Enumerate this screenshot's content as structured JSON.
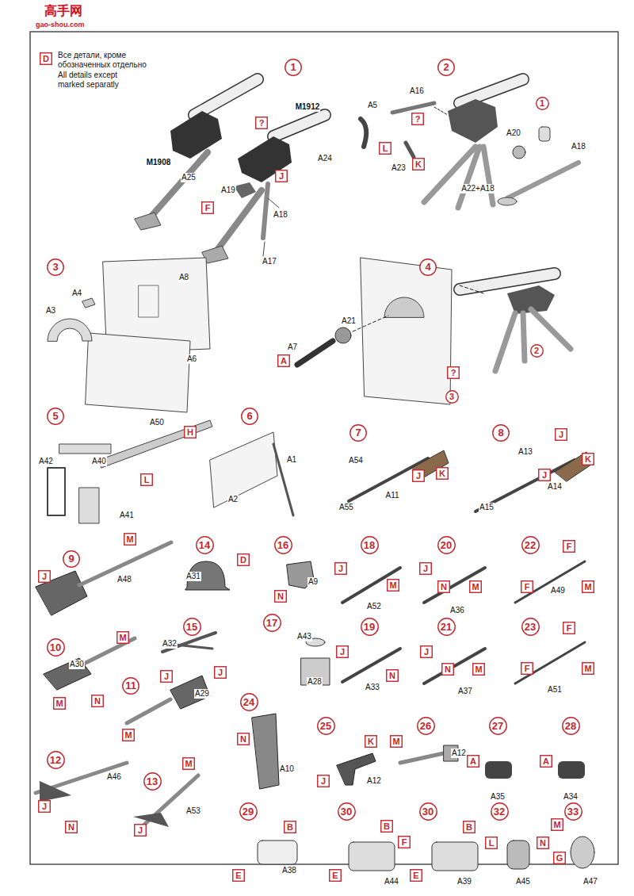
{
  "diagram": {
    "nodes": [
      {
        "text": [
          "D"
        ]
      },
      {
        "text": [
          "1"
        ]
      },
      {
        "text": [
          "?"
        ]
      },
      {
        "text": [
          "J"
        ]
      },
      {
        "text": [
          "F"
        ]
      },
      {
        "text": [
          "2"
        ]
      },
      {
        "text": [
          "?"
        ]
      },
      {
        "text": [
          "L"
        ]
      },
      {
        "text": [
          "K"
        ]
      },
      {
        "text": [
          "1"
        ]
      },
      {
        "text": [
          "3"
        ]
      },
      {
        "text": [
          "4"
        ]
      },
      {
        "text": [
          "A"
        ]
      },
      {
        "text": [
          "?"
        ]
      },
      {
        "text": [
          "2"
        ]
      },
      {
        "text": [
          "3"
        ]
      },
      {
        "text": [
          "5"
        ]
      },
      {
        "text": [
          "H"
        ]
      },
      {
        "text": [
          "L"
        ]
      },
      {
        "text": [
          "6"
        ]
      },
      {
        "text": [
          "7"
        ]
      },
      {
        "text": [
          "J"
        ]
      },
      {
        "text": [
          "K"
        ]
      },
      {
        "text": [
          "8"
        ]
      },
      {
        "text": [
          "J"
        ]
      },
      {
        "text": [
          "K"
        ]
      },
      {
        "text": [
          "J"
        ]
      },
      {
        "text": [
          "9"
        ]
      },
      {
        "text": [
          "M"
        ]
      },
      {
        "text": [
          "J"
        ]
      },
      {
        "text": [
          "14"
        ]
      },
      {
        "text": [
          "D"
        ]
      },
      {
        "text": [
          "16"
        ]
      },
      {
        "text": [
          "N"
        ]
      },
      {
        "text": [
          "18"
        ]
      },
      {
        "text": [
          "J"
        ]
      },
      {
        "text": [
          "M"
        ]
      },
      {
        "text": [
          "20"
        ]
      },
      {
        "text": [
          "J"
        ]
      },
      {
        "text": [
          "N"
        ]
      },
      {
        "text": [
          "M"
        ]
      },
      {
        "text": [
          "22"
        ]
      },
      {
        "text": [
          "F"
        ]
      },
      {
        "text": [
          "F"
        ]
      },
      {
        "text": [
          "M"
        ]
      },
      {
        "text": [
          "10"
        ]
      },
      {
        "text": [
          "M"
        ]
      },
      {
        "text": [
          "M"
        ]
      },
      {
        "text": [
          "N"
        ]
      },
      {
        "text": [
          "15"
        ]
      },
      {
        "text": [
          "J"
        ]
      },
      {
        "text": [
          "17"
        ]
      },
      {
        "text": [
          "19"
        ]
      },
      {
        "text": [
          "J"
        ]
      },
      {
        "text": [
          "N"
        ]
      },
      {
        "text": [
          "21"
        ]
      },
      {
        "text": [
          "J"
        ]
      },
      {
        "text": [
          "N"
        ]
      },
      {
        "text": [
          "M"
        ]
      },
      {
        "text": [
          "23"
        ]
      },
      {
        "text": [
          "F"
        ]
      },
      {
        "text": [
          "F"
        ]
      },
      {
        "text": [
          "M"
        ]
      },
      {
        "text": [
          "11"
        ]
      },
      {
        "text": [
          "J"
        ]
      },
      {
        "text": [
          "M"
        ]
      },
      {
        "text": [
          "24"
        ]
      },
      {
        "text": [
          "N"
        ]
      },
      {
        "text": [
          "25"
        ]
      },
      {
        "text": [
          "K"
        ]
      },
      {
        "text": [
          "J"
        ]
      },
      {
        "text": [
          "26"
        ]
      },
      {
        "text": [
          "M"
        ]
      },
      {
        "text": [
          "27"
        ]
      },
      {
        "text": [
          "A"
        ]
      },
      {
        "text": [
          "28"
        ]
      },
      {
        "text": [
          "A"
        ]
      },
      {
        "text": [
          "12"
        ]
      },
      {
        "text": [
          "J"
        ]
      },
      {
        "text": [
          "N"
        ]
      },
      {
        "text": [
          "13"
        ]
      },
      {
        "text": [
          "M"
        ]
      },
      {
        "text": [
          "J"
        ]
      },
      {
        "text": [
          "29"
        ]
      },
      {
        "text": [
          "B"
        ]
      },
      {
        "text": [
          "E"
        ]
      },
      {
        "text": [
          "30"
        ]
      },
      {
        "text": [
          "B"
        ]
      },
      {
        "text": [
          "F"
        ]
      },
      {
        "text": [
          "E"
        ]
      },
      {
        "text": [
          "30"
        ]
      },
      {
        "text": [
          "B"
        ]
      },
      {
        "text": [
          "E"
        ]
      },
      {
        "text": [
          "32"
        ]
      },
      {
        "text": [
          "L"
        ]
      },
      {
        "text": [
          "N"
        ]
      },
      {
        "text": [
          "33"
        ]
      },
      {
        "text": [
          "M"
        ]
      },
      {
        "text": [
          "G"
        ]
      }
    ],
    "labels": [
      "高手网",
      "gao-shou.com",
      "Все детали, кроме обозначенных отдельно",
      "All details except marked separatly",
      "M1912",
      "M1908",
      "A25",
      "A24",
      "A19",
      "A18",
      "A17",
      "A5",
      "A16",
      "A23",
      "A20",
      "A18",
      "A22+A18",
      "A8",
      "A4",
      "A3",
      "A6",
      "A21",
      "A7",
      "A50",
      "A42",
      "A40",
      "A41",
      "A1",
      "A2",
      "A54",
      "A11",
      "A55",
      "A13",
      "A14",
      "A15",
      "A48",
      "A31",
      "A9",
      "A52",
      "A36",
      "A49",
      "A32",
      "A43",
      "A28",
      "A33",
      "A37",
      "A51",
      "A30",
      "A29",
      "A46",
      "A53",
      "A10",
      "A12",
      "A12",
      "A35",
      "A34",
      "A38",
      "A44",
      "A39",
      "A45",
      "A47"
    ]
  }
}
